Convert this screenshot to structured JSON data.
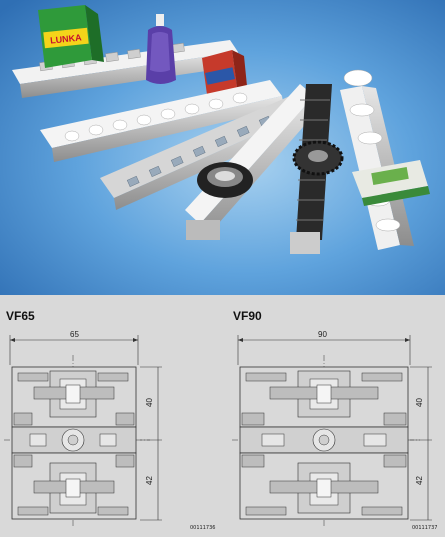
{
  "photo": {
    "alt_icons": [
      "roller-conveyor-icon",
      "chain-conveyor-icon",
      "detergent-box-icon",
      "bottle-icon",
      "gear-icon",
      "bearing-icon"
    ],
    "background_color": "#5b9bd5",
    "product_label": "LUNKA"
  },
  "drawings": [
    {
      "model": "VF65",
      "width_dim": "65",
      "upper_dim": "40",
      "lower_dim": "42",
      "code": "00111736"
    },
    {
      "model": "VF90",
      "width_dim": "90",
      "upper_dim": "40",
      "lower_dim": "42",
      "code": "00111737"
    }
  ]
}
